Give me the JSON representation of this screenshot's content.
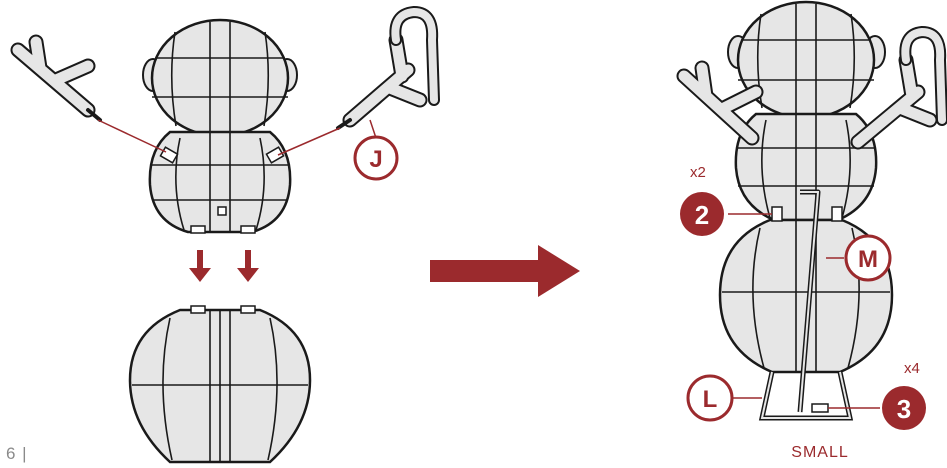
{
  "page": {
    "number": "6 |"
  },
  "colors": {
    "accent": "#9b2a2d",
    "line": "#1a1a1a",
    "fill": "#e6e6e6"
  },
  "callouts": {
    "J": "J",
    "M": "M",
    "L": "L",
    "step2": "2",
    "step3": "3"
  },
  "quantities": {
    "step2": "x2",
    "step3": "x4"
  },
  "caption": "SMALL",
  "icons": [
    "down-arrow-icon",
    "right-arrow-icon",
    "snowman-assembled",
    "snowman-parts"
  ]
}
